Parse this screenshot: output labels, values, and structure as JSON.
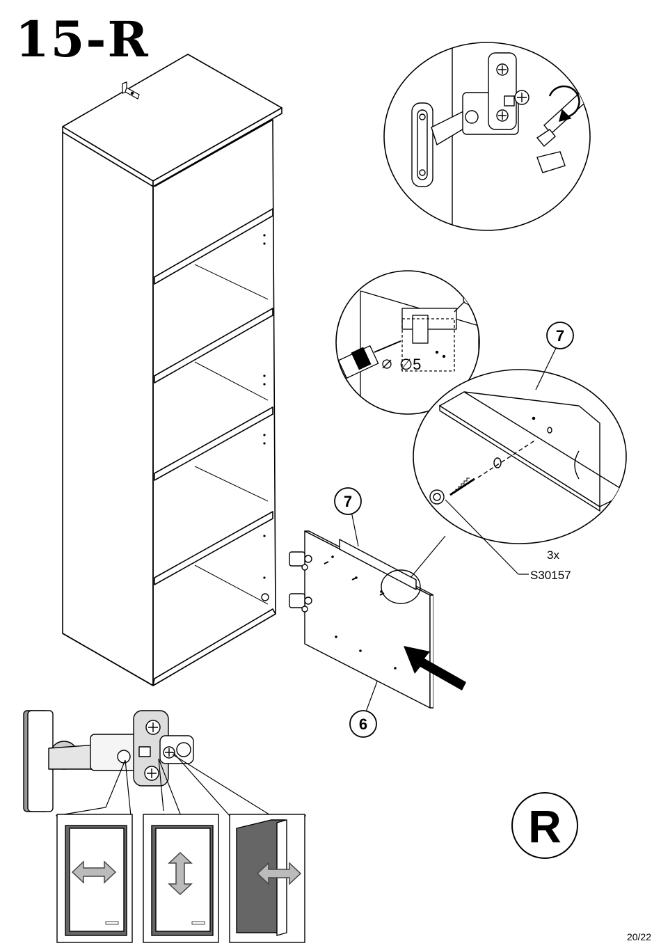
{
  "step": {
    "title": "15-R"
  },
  "part_labels": {
    "panel_top": "7",
    "panel_detail": "7",
    "door": "6"
  },
  "drill": {
    "diameter_label": "5"
  },
  "screws": {
    "quantity": "3x",
    "code": "S30157"
  },
  "side_badge": "R",
  "page": {
    "number": "20/22"
  },
  "colors": {
    "line": "#000000",
    "fill": "#ffffff",
    "panel_dark": "#555555"
  },
  "icons": [
    "arrow-horizontal-icon",
    "arrow-vertical-icon",
    "arrow-depth-icon",
    "insert-arrow-icon"
  ]
}
